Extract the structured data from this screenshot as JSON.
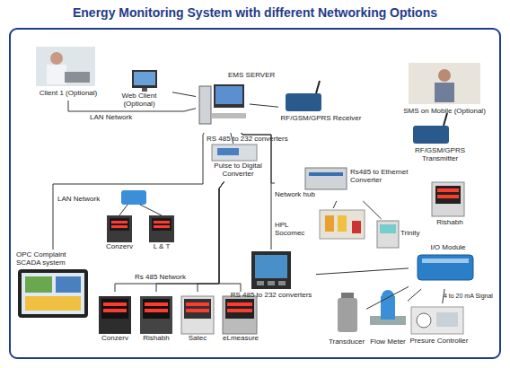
{
  "diagram": {
    "title": "Energy Monitoring System with different Networking Options",
    "nodes": [
      {
        "text": [
          "Client 1 (Optional)"
        ]
      },
      {
        "text": [
          "Web Client (Optional)"
        ]
      },
      {
        "text": [
          "EMS SERVER"
        ]
      },
      {
        "text": [
          "SMS on Mobile (Optional)"
        ]
      },
      {
        "text": [
          "RF/GSM/GPRS Receiver"
        ]
      },
      {
        "text": [
          "RF/GSM/GPRS Transmitter"
        ]
      },
      {
        "text": [
          "Pulse to Digital Converter"
        ]
      },
      {
        "text": [
          "Network hub",
          "Rs485 to Ethernet Converter"
        ]
      },
      {
        "text": [
          "Rishabh"
        ]
      },
      {
        "text": [
          "Conzerv"
        ]
      },
      {
        "text": [
          "L & T"
        ]
      },
      {
        "text": [
          "HPL Socomec"
        ]
      },
      {
        "text": [
          "Trinity"
        ]
      },
      {
        "text": [
          "OPC Complaint SCADA system"
        ]
      },
      {
        "text": [
          "RS 485 to 232 converters"
        ]
      },
      {
        "text": [
          "I/O Module"
        ]
      },
      {
        "text": [
          "Conzerv"
        ]
      },
      {
        "text": [
          "Rishabh"
        ]
      },
      {
        "text": [
          "Satec"
        ]
      },
      {
        "text": [
          "eLmeasure"
        ]
      },
      {
        "text": [
          "Transducer"
        ]
      },
      {
        "text": [
          "Flow Meter"
        ]
      },
      {
        "text": [
          "Presure Controller"
        ]
      }
    ],
    "edges": [
      {
        "from": 0,
        "to": 2,
        "arrow": "none"
      },
      {
        "from": 1,
        "to": 2,
        "arrow": "none"
      },
      {
        "from": 2,
        "to": 4,
        "arrow": "none"
      },
      {
        "from": 2,
        "to": 6,
        "arrow": "none"
      },
      {
        "from": 2,
        "to": 7,
        "arrow": "none"
      },
      {
        "from": 2,
        "to": 14,
        "arrow": "none"
      },
      {
        "from": 2,
        "to": 13,
        "arrow": "none"
      },
      {
        "from": 6,
        "to": 16,
        "arrow": "none"
      },
      {
        "from": 6,
        "to": 17,
        "arrow": "none"
      },
      {
        "from": 6,
        "to": 18,
        "arrow": "none"
      },
      {
        "from": 6,
        "to": 19,
        "arrow": "none"
      },
      {
        "from": 7,
        "to": 11,
        "arrow": "none"
      },
      {
        "from": 7,
        "to": 12,
        "arrow": "none"
      },
      {
        "from": 14,
        "to": 15,
        "arrow": "none"
      },
      {
        "from": 15,
        "to": 20,
        "arrow": "none"
      },
      {
        "from": 15,
        "to": 21,
        "arrow": "none"
      },
      {
        "from": 15,
        "to": 22,
        "arrow": "none"
      }
    ],
    "labels": [
      "LAN Network",
      "RS 485 to 232 converters",
      "LAN Network",
      "Rs 485 Network",
      "4 to 20 mA Signal"
    ]
  }
}
